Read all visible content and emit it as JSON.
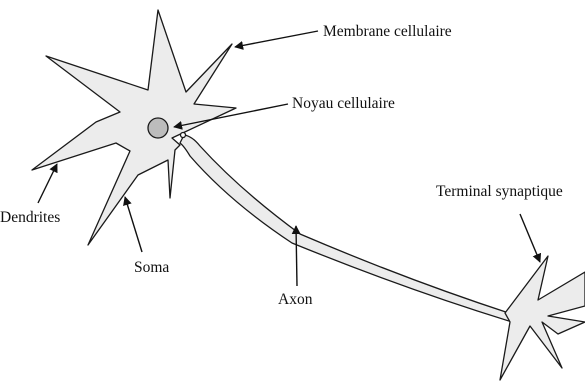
{
  "labels": {
    "membrane": "Membrane cellulaire",
    "nucleus": "Noyau cellulaire",
    "terminal": "Terminal synaptique",
    "dendrites": "Dendrites",
    "soma": "Soma",
    "axon": "Axon"
  },
  "colors": {
    "cell_fill": "#ececec",
    "nucleus_fill": "#bcbcbc",
    "outline": "#1a1a1a"
  }
}
